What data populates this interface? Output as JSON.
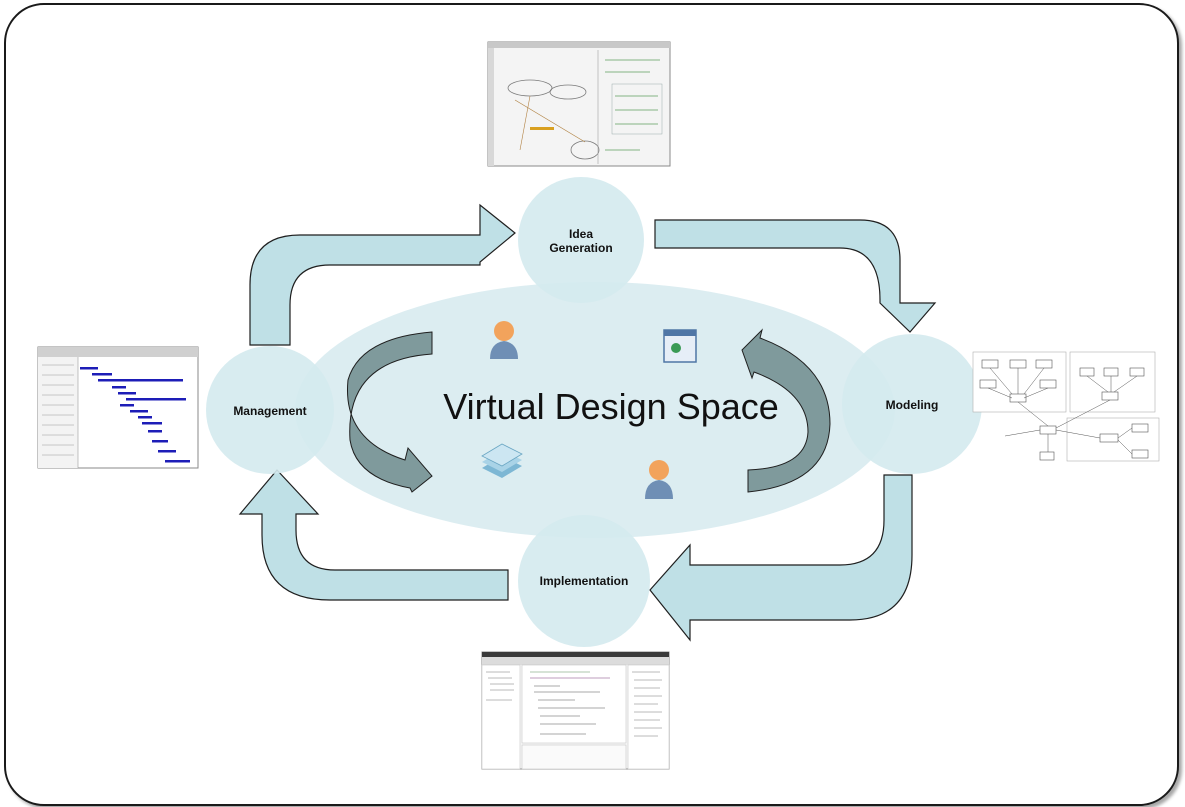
{
  "title": "Virtual Design Space",
  "nodes": {
    "idea": "Idea\nGeneration",
    "modeling": "Modeling",
    "implementation": "Implementation",
    "management": "Management"
  },
  "colors": {
    "ellipse": "#dcedf1",
    "node": "#d4eaee",
    "arrow": "#bfe0e6",
    "arrow_stroke": "#1f1f1f",
    "dark_arrow": "#7f9a9c",
    "gantt_bar": "#1d1db7"
  }
}
